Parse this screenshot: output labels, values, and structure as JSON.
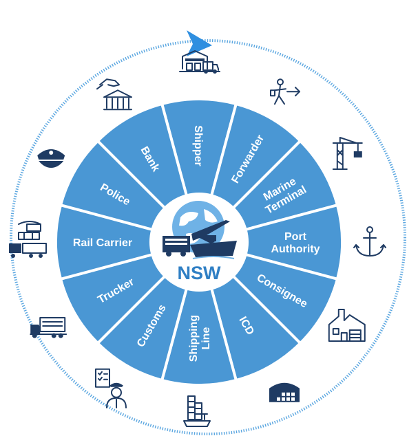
{
  "center": {
    "label": "NSW"
  },
  "colors": {
    "segment": "#4a97d4",
    "segment_gap": "#ffffff",
    "dark": "#1f3b63",
    "ring": "#5aa6e0",
    "center_text": "#2f7fc4"
  },
  "segments": [
    {
      "lines": [
        "Shipper"
      ],
      "icon": "warehouse-truck-icon"
    },
    {
      "lines": [
        "Forwarder"
      ],
      "icon": "forwarder-person-icon"
    },
    {
      "lines": [
        "Marine",
        "Terminal"
      ],
      "icon": "crane-icon"
    },
    {
      "lines": [
        "Port",
        "Authority"
      ],
      "icon": "anchor-icon"
    },
    {
      "lines": [
        "Consignee"
      ],
      "icon": "consignee-building-icon"
    },
    {
      "lines": [
        "ICD"
      ],
      "icon": "container-depot-icon"
    },
    {
      "lines": [
        "Shipping",
        "Line"
      ],
      "icon": "cargo-ship-icon"
    },
    {
      "lines": [
        "Customs"
      ],
      "icon": "customs-officer-icon"
    },
    {
      "lines": [
        "Trucker"
      ],
      "icon": "truck-icon"
    },
    {
      "lines": [
        "Rail Carrier"
      ],
      "icon": "rail-cargo-icon"
    },
    {
      "lines": [
        "Police"
      ],
      "icon": "police-cap-icon"
    },
    {
      "lines": [
        "Bank"
      ],
      "icon": "bank-hand-icon"
    }
  ]
}
